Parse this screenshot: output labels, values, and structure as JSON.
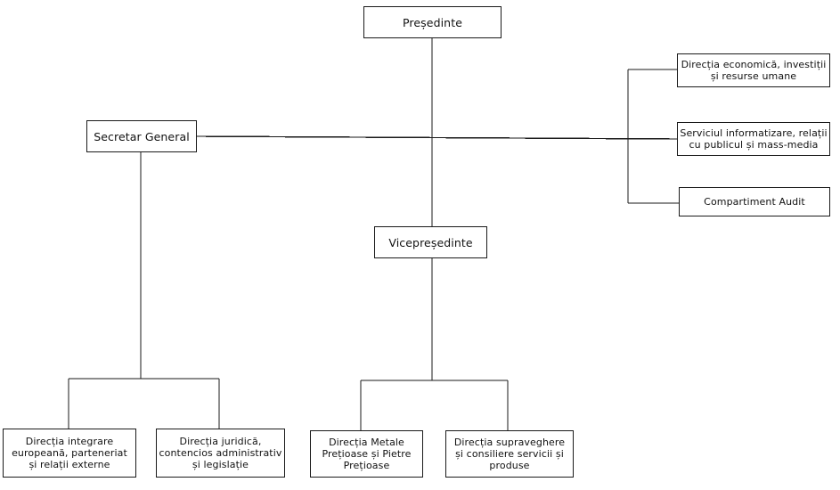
{
  "org_chart": {
    "presedinte": "Președinte",
    "vicepresedinte": "Vicepreședinte",
    "secretar_general": "Secretar General",
    "right_units": [
      "Direcția economică, investiții\nși resurse umane",
      "Serviciul informatizare, relații\ncu publicul și mass-media",
      "Compartiment Audit"
    ],
    "secretar_units": [
      "Direcția integrare\neuropeană, parteneriat\nși relații externe",
      "Direcția juridică,\ncontencios administrativ\nși legislație"
    ],
    "vicepresedinte_units": [
      "Direcția Metale\nPrețioase și Pietre\nPrețioase",
      "Direcția supraveghere\nși consiliere servicii și\nproduse"
    ]
  },
  "colors": {
    "line": "#1a1a1a",
    "box_border": "#1a1a1a",
    "background": "#ffffff"
  }
}
